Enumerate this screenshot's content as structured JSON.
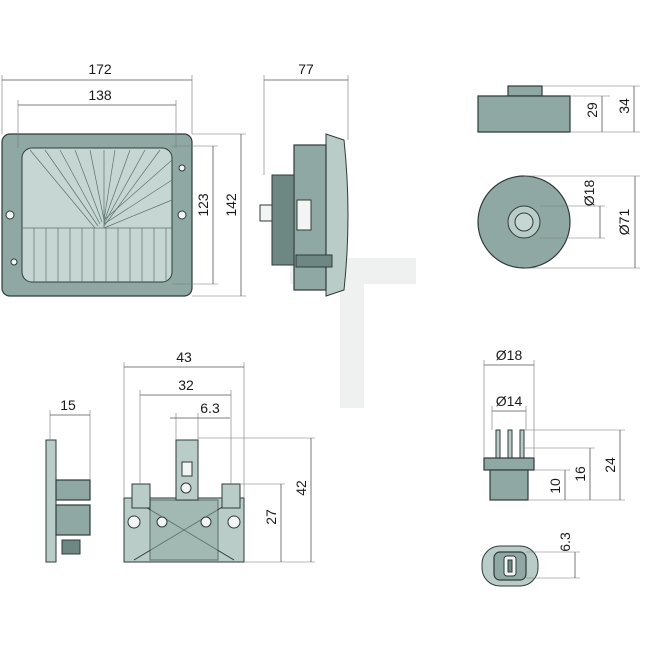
{
  "colors": {
    "housing": "#8fa8a3",
    "lens": "#c6d7d3",
    "outline": "#2e3b39",
    "dimension_line": "#555555"
  },
  "dimensions": {
    "front_width_outer": "172",
    "front_width_inner": "138",
    "front_height_inner": "123",
    "front_height_outer": "142",
    "side_depth": "77",
    "cap_height_small": "29",
    "cap_height_large": "34",
    "cap_hole_diameter": "Ø18",
    "cap_outer_diameter": "Ø71",
    "bracket_thickness": "15",
    "socket_width": "43",
    "socket_terminal_span": "32",
    "socket_terminal_width": "6.3",
    "socket_height_small": "27",
    "socket_height_large": "42",
    "plug_outer_diameter": "Ø18",
    "plug_inner_diameter": "Ø14",
    "plug_height_10": "10",
    "plug_height_16": "16",
    "plug_height_24": "24",
    "plug_terminal_width": "6.3"
  }
}
